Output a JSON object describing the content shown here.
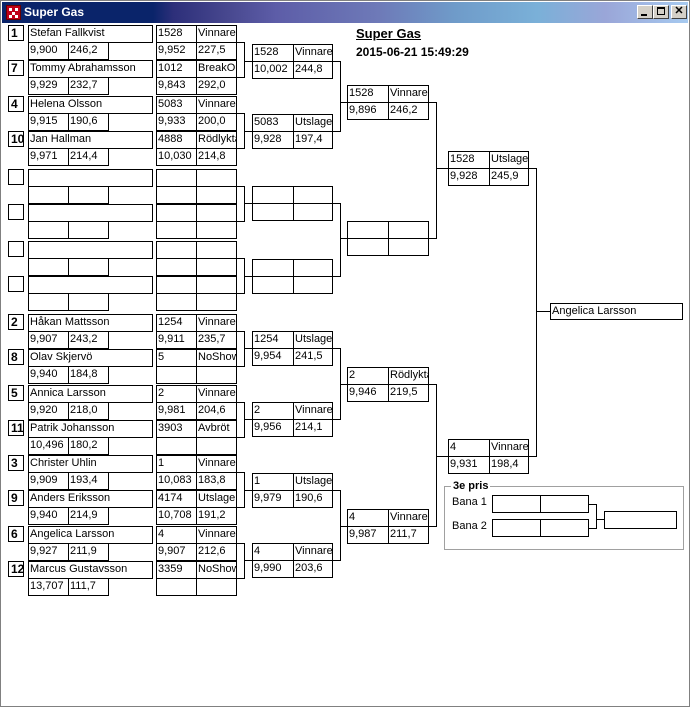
{
  "window": {
    "title": "Super Gas"
  },
  "header": {
    "title": "Super Gas",
    "datetime": "2015-06-21 15:49:29"
  },
  "round1": [
    {
      "seed": "1",
      "name": "Stefan Fallkvist",
      "rt": "9,900",
      "et": "246,2",
      "lane_no": "1528",
      "result": "Vinnare",
      "rt2": "9,952",
      "et2": "227,5"
    },
    {
      "seed": "7",
      "name": "Tommy Abrahamsson",
      "rt": "9,929",
      "et": "232,7",
      "lane_no": "1012",
      "result": "BreakOut",
      "rt2": "9,843",
      "et2": "292,0"
    },
    {
      "seed": "4",
      "name": "Helena Olsson",
      "rt": "9,915",
      "et": "190,6",
      "lane_no": "5083",
      "result": "Vinnare",
      "rt2": "9,933",
      "et2": "200,0"
    },
    {
      "seed": "10",
      "name": "Jan Hallman",
      "rt": "9,971",
      "et": "214,4",
      "lane_no": "4888",
      "result": "Rödlykta",
      "rt2": "10,030",
      "et2": "214,8"
    },
    {
      "seed": "",
      "name": "",
      "rt": "",
      "et": "",
      "lane_no": "",
      "result": "",
      "rt2": "",
      "et2": ""
    },
    {
      "seed": "",
      "name": "",
      "rt": "",
      "et": "",
      "lane_no": "",
      "result": "",
      "rt2": "",
      "et2": ""
    },
    {
      "seed": "",
      "name": "",
      "rt": "",
      "et": "",
      "lane_no": "",
      "result": "",
      "rt2": "",
      "et2": ""
    },
    {
      "seed": "",
      "name": "",
      "rt": "",
      "et": "",
      "lane_no": "",
      "result": "",
      "rt2": "",
      "et2": ""
    },
    {
      "seed": "2",
      "name": "Håkan Mattsson",
      "rt": "9,907",
      "et": "243,2",
      "lane_no": "1254",
      "result": "Vinnare",
      "rt2": "9,911",
      "et2": "235,7"
    },
    {
      "seed": "8",
      "name": "Olav Skjervö",
      "rt": "9,940",
      "et": "184,8",
      "lane_no": "5",
      "result": "NoShow",
      "rt2": "",
      "et2": ""
    },
    {
      "seed": "5",
      "name": "Annica Larsson",
      "rt": "9,920",
      "et": "218,0",
      "lane_no": "2",
      "result": "Vinnare",
      "rt2": "9,981",
      "et2": "204,6"
    },
    {
      "seed": "11",
      "name": "Patrik Johansson",
      "rt": "10,496",
      "et": "180,2",
      "lane_no": "3903",
      "result": "Avbröt",
      "rt2": "",
      "et2": ""
    },
    {
      "seed": "3",
      "name": "Christer Uhlin",
      "rt": "9,909",
      "et": "193,4",
      "lane_no": "1",
      "result": "Vinnare",
      "rt2": "10,083",
      "et2": "183,8"
    },
    {
      "seed": "9",
      "name": "Anders Eriksson",
      "rt": "9,940",
      "et": "214,9",
      "lane_no": "4174",
      "result": "Utslagen",
      "rt2": "10,708",
      "et2": "191,2"
    },
    {
      "seed": "6",
      "name": "Angelica Larsson",
      "rt": "9,927",
      "et": "211,9",
      "lane_no": "4",
      "result": "Vinnare",
      "rt2": "9,907",
      "et2": "212,6"
    },
    {
      "seed": "12",
      "name": "Marcus Gustavsson",
      "rt": "13,707",
      "et": "111,7",
      "lane_no": "3359",
      "result": "NoShow",
      "rt2": "",
      "et2": ""
    }
  ],
  "round2": [
    {
      "lane_no": "1528",
      "result": "Vinnare",
      "rt": "10,002",
      "et": "244,8"
    },
    {
      "lane_no": "5083",
      "result": "Utslagen",
      "rt": "9,928",
      "et": "197,4"
    },
    {
      "lane_no": "",
      "result": "",
      "rt": "",
      "et": ""
    },
    {
      "lane_no": "",
      "result": "",
      "rt": "",
      "et": ""
    },
    {
      "lane_no": "1254",
      "result": "Utslagen",
      "rt": "9,954",
      "et": "241,5"
    },
    {
      "lane_no": "2",
      "result": "Vinnare",
      "rt": "9,956",
      "et": "214,1"
    },
    {
      "lane_no": "1",
      "result": "Utslagen",
      "rt": "9,979",
      "et": "190,6"
    },
    {
      "lane_no": "4",
      "result": "Vinnare",
      "rt": "9,990",
      "et": "203,6"
    }
  ],
  "round3": [
    {
      "lane_no": "1528",
      "result": "Vinnare",
      "rt": "9,896",
      "et": "246,2"
    },
    {
      "lane_no": "",
      "result": "",
      "rt": "",
      "et": ""
    },
    {
      "lane_no": "2",
      "result": "Rödlykta",
      "rt": "9,946",
      "et": "219,5"
    },
    {
      "lane_no": "4",
      "result": "Vinnare",
      "rt": "9,987",
      "et": "211,7"
    }
  ],
  "round4": [
    {
      "lane_no": "1528",
      "result": "Utslagen",
      "rt": "9,928",
      "et": "245,9"
    },
    {
      "lane_no": "4",
      "result": "Vinnare",
      "rt": "9,931",
      "et": "198,4"
    }
  ],
  "winner": {
    "name": "Angelica Larsson"
  },
  "third_place": {
    "title": "3e pris",
    "lane1_label": "Bana 1",
    "lane2_label": "Bana 2"
  }
}
